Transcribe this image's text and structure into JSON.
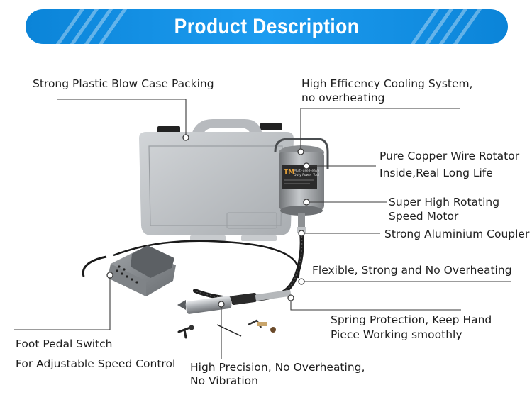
{
  "header": {
    "title": "Product Description"
  },
  "callouts": {
    "case": "Strong Plastic Blow Case Packing",
    "cooling_1": "High Efficency Cooling System,",
    "cooling_2": "no overheating",
    "copper_1": "Pure Copper Wire Rotator",
    "copper_2": "Inside,Real Long Life",
    "motor_1": "Super High Rotating",
    "motor_2": "Speed Motor",
    "coupler": "Strong Aluminium Coupler",
    "flexible": "Flexible, Strong and No Overheating",
    "spring_1": "Spring Protection, Keep Hand",
    "spring_2": "Piece Working smoothly",
    "pedal_1": "Foot Pedal Switch",
    "pedal_2": "For Adjustable Speed Control",
    "precision_1": "High Precision, No Overheating,",
    "precision_2": "No Vibration"
  },
  "motor_label": {
    "brand": "TM",
    "line1": "Multi-use Heavy",
    "line2": "Duty Power Tool"
  },
  "colors": {
    "banner": "#1a95e8",
    "case": "#bfc2c6",
    "motor": "#9a9da1",
    "leader": "#3a3a3a"
  }
}
